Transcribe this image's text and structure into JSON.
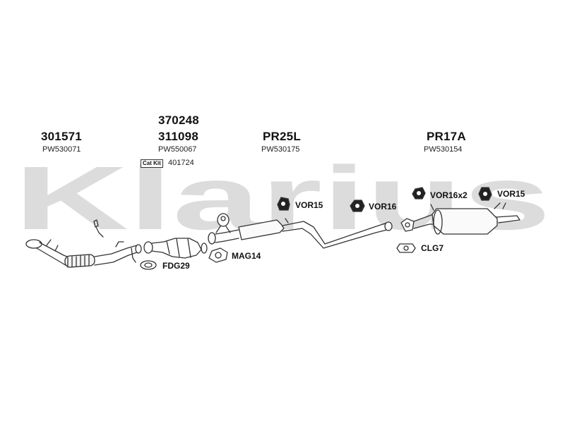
{
  "watermark": "Klarius",
  "parts": {
    "front_pipe": {
      "number": "301571",
      "ref": "PW530071"
    },
    "catalyst": {
      "number_top": "370248",
      "number": "311098",
      "ref": "PW550067",
      "cat_kit_badge": "Cat Kit",
      "cat_kit_number": "401724"
    },
    "centre_silencer": {
      "number": "PR25L",
      "ref": "PW530175"
    },
    "rear_silencer": {
      "number": "PR17A",
      "ref": "PW530154"
    }
  },
  "fittings": {
    "gasket_front": "FDG29",
    "gasket_mid": "MAG14",
    "mount_1": "VOR15",
    "mount_2": "VOR16",
    "mount_3": "VOR16x2",
    "mount_4": "VOR15",
    "clamp": "CLG7"
  },
  "colors": {
    "watermark": "#dcdcdc",
    "lines": "#333333"
  }
}
